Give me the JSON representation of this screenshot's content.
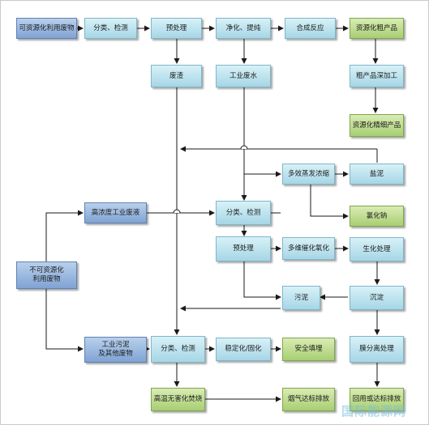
{
  "nodes": {
    "recyclable_waste": "可资源化利用废物",
    "sort_detect_1": "分类、检测",
    "pretreat_1": "预处理",
    "purify_extract": "净化、提纯",
    "synthesis": "合成反应",
    "crude_product": "资源化粗产品",
    "waste_residue": "废渣",
    "industrial_wastewater": "工业废水",
    "crude_deep_processing": "粗产品深加工",
    "refined_product": "资源化精细产品",
    "multi_effect_evaporator": "多效蒸发浓缩",
    "salt_mud": "盐泥",
    "high_conc_wastewater": "高浓度工业废液",
    "sort_detect_2": "分类、检测",
    "sodium_chloride": "氯化钠",
    "non_recyclable_waste": "不可资源化\n利用废物",
    "pretreat_2": "预处理",
    "catalytic_oxidation": "多维催化氧化",
    "biochemical": "生化处理",
    "sludge": "污泥",
    "sedimentation": "沉淀",
    "industrial_sludge": "工业污泥\n及其他废物",
    "sort_detect_3": "分类、检测",
    "stabilize_solidify": "稳定化/固化",
    "safe_landfill": "安全填埋",
    "membrane_separation": "膜分离处理",
    "incineration": "高温无害化焚烧",
    "flue_gas_discharge": "烟气达标排放",
    "reuse_discharge": "回用或达标排放"
  },
  "watermark": "国际能源网",
  "colors": {
    "blue": "#7fa3d4",
    "cyan": "#a6d6e6",
    "green": "#a8ce72",
    "line": "#1a1a1a"
  }
}
